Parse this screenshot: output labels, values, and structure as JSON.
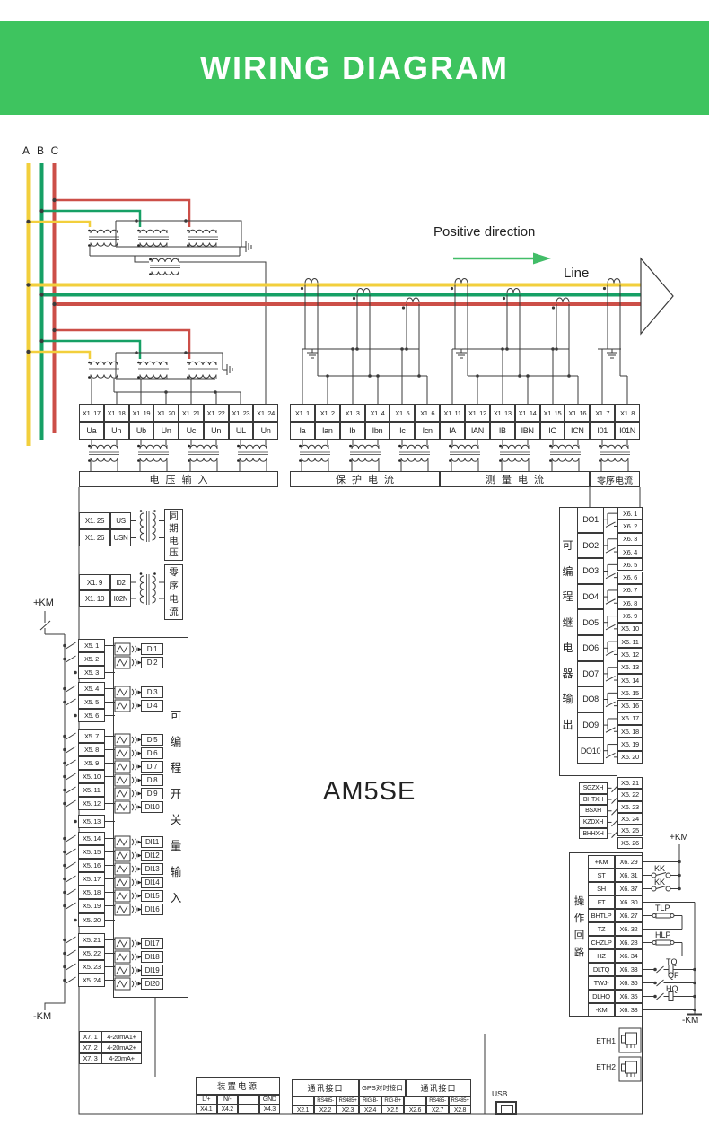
{
  "header": {
    "title": "WIRING DIAGRAM"
  },
  "phases": [
    "A",
    "B",
    "C"
  ],
  "annotations": {
    "positive_direction": "Positive direction",
    "line": "Line",
    "device_model": "AM5SE"
  },
  "labels": {
    "km_plus": "+KM",
    "km_minus": "-KM"
  },
  "colors": {
    "banner": "#3ec45f",
    "phase_a": "#f2cf3c",
    "phase_b": "#16a065",
    "phase_c": "#cc4f48",
    "arrow": "#42bd68",
    "line": "#3a3a3a"
  },
  "voltage_strip": {
    "ids": [
      "X1. 17",
      "X1. 18",
      "X1. 19",
      "X1. 20",
      "X1. 21",
      "X1. 22",
      "X1. 23",
      "X1. 24"
    ],
    "signals": [
      "Ua",
      "Un",
      "Ub",
      "Un",
      "Uc",
      "Un",
      "UL",
      "Un"
    ],
    "section": "电压输入"
  },
  "current_strip": {
    "ids": [
      "X1. 1",
      "X1. 2",
      "X1. 3",
      "X1. 4",
      "X1. 5",
      "X1. 6",
      "X1. 11",
      "X1. 12",
      "X1. 13",
      "X1. 14",
      "X1. 15",
      "X1. 16",
      "X1. 7",
      "X1. 8"
    ],
    "signals": [
      "Ia",
      "Ian",
      "Ib",
      "Ibn",
      "Ic",
      "Icn",
      "IA",
      "IAN",
      "IB",
      "IBN",
      "IC",
      "ICN",
      "I01",
      "I01N"
    ],
    "sections": [
      "保护电流",
      "测量电流",
      "零序电流"
    ]
  },
  "sync_block": {
    "ids": [
      "X1. 25",
      "X1. 26"
    ],
    "signals": [
      "US",
      "USN"
    ],
    "label": "同期电压"
  },
  "zeroseq_block": {
    "ids": [
      "X1. 9",
      "X1. 10"
    ],
    "signals": [
      "I02",
      "I02N"
    ],
    "label": "零序电流"
  },
  "di_block": {
    "label": "可编程开关量输入",
    "terminals": [
      "X5. 1",
      "X5. 2",
      "X5. 3",
      "X5. 4",
      "X5. 5",
      "X5. 6",
      "X5. 7",
      "X5. 8",
      "X5. 9",
      "X5. 10",
      "X5. 11",
      "X5. 12",
      "X5. 13",
      "X5. 14",
      "X5. 15",
      "X5. 16",
      "X5. 17",
      "X5. 18",
      "X5. 19",
      "X5. 20",
      "X5. 21",
      "X5. 22",
      "X5. 23",
      "X5. 24"
    ],
    "inputs": [
      "DI1",
      "DI2",
      "DI3",
      "DI4",
      "DI5",
      "DI6",
      "DI7",
      "DI8",
      "DI9",
      "DI10",
      "DI11",
      "DI12",
      "DI13",
      "DI14",
      "DI15",
      "DI16",
      "DI17",
      "DI18",
      "DI19",
      "DI20"
    ]
  },
  "do_block": {
    "label": "可编程继电器输出",
    "relays": [
      "DO1",
      "DO2",
      "DO3",
      "DO4",
      "DO5",
      "DO6",
      "DO7",
      "DO8",
      "DO9",
      "DO10"
    ],
    "terminals": [
      "X6. 1",
      "X6. 2",
      "X6. 3",
      "X6. 4",
      "X6. 5",
      "X6. 6",
      "X6. 7",
      "X6. 8",
      "X6. 9",
      "X6. 10",
      "X6. 11",
      "X6. 12",
      "X6. 13",
      "X6. 14",
      "X6. 15",
      "X6. 16",
      "X6. 17",
      "X6. 18",
      "X6. 19",
      "X6. 20"
    ]
  },
  "signal_block": {
    "names": [
      "SGZXH",
      "BHTXH",
      "BSXH",
      "KZDXH",
      "BHHXH"
    ],
    "terminals": [
      "X6. 21",
      "X6. 22",
      "X6. 23",
      "X6. 24",
      "X6. 25",
      "X6. 26"
    ]
  },
  "op_block": {
    "label": "操作回路",
    "rows": [
      {
        "name": "+KM",
        "term": "X6. 29"
      },
      {
        "name": "ST",
        "term": "X6. 31"
      },
      {
        "name": "SH",
        "term": "X6. 37"
      },
      {
        "name": "FT",
        "term": "X6. 30"
      },
      {
        "name": "BHTLP",
        "term": "X6. 27"
      },
      {
        "name": "TZ",
        "term": "X6. 32"
      },
      {
        "name": "CHZLP",
        "term": "X6. 28"
      },
      {
        "name": "HZ",
        "term": "X6. 34"
      },
      {
        "name": "DLTQ",
        "term": "X6. 33"
      },
      {
        "name": "TWJ-",
        "term": "X6. 36"
      },
      {
        "name": "DLHQ",
        "term": "X6. 35"
      },
      {
        "name": "-KM",
        "term": "X6. 38"
      }
    ]
  },
  "right_circuit": {
    "kk": "KK",
    "tlp": "TLP",
    "hlp": "HLP",
    "tq": "TQ",
    "qf": "QF",
    "hq": "HQ"
  },
  "analog_block": {
    "ids": [
      "X7. 1",
      "X7. 2",
      "X7. 3"
    ],
    "signals": [
      "4-20mA1+",
      "4-20mA2+",
      "4-20mA+"
    ]
  },
  "power_block": {
    "title": "装置电源",
    "labels": [
      "L/+",
      "N/-",
      "",
      "GND"
    ],
    "terminals": [
      "X4.1",
      "X4.2",
      "",
      "X4.3"
    ]
  },
  "comm_block": {
    "headers": [
      "通讯接口",
      "GPS对时接口",
      "通讯接口"
    ],
    "labels": [
      "",
      "RS485-",
      "RS485+",
      "RIG-B-",
      "RIG-B+",
      "",
      "RS485-",
      "RS485+"
    ],
    "terminals": [
      "X2.1",
      "X2.2",
      "X2.3",
      "X2.4",
      "X2.5",
      "X2.6",
      "X2.7",
      "X2.8"
    ]
  },
  "ports": {
    "usb": "USB",
    "eth1": "ETH1",
    "eth2": "ETH2"
  }
}
